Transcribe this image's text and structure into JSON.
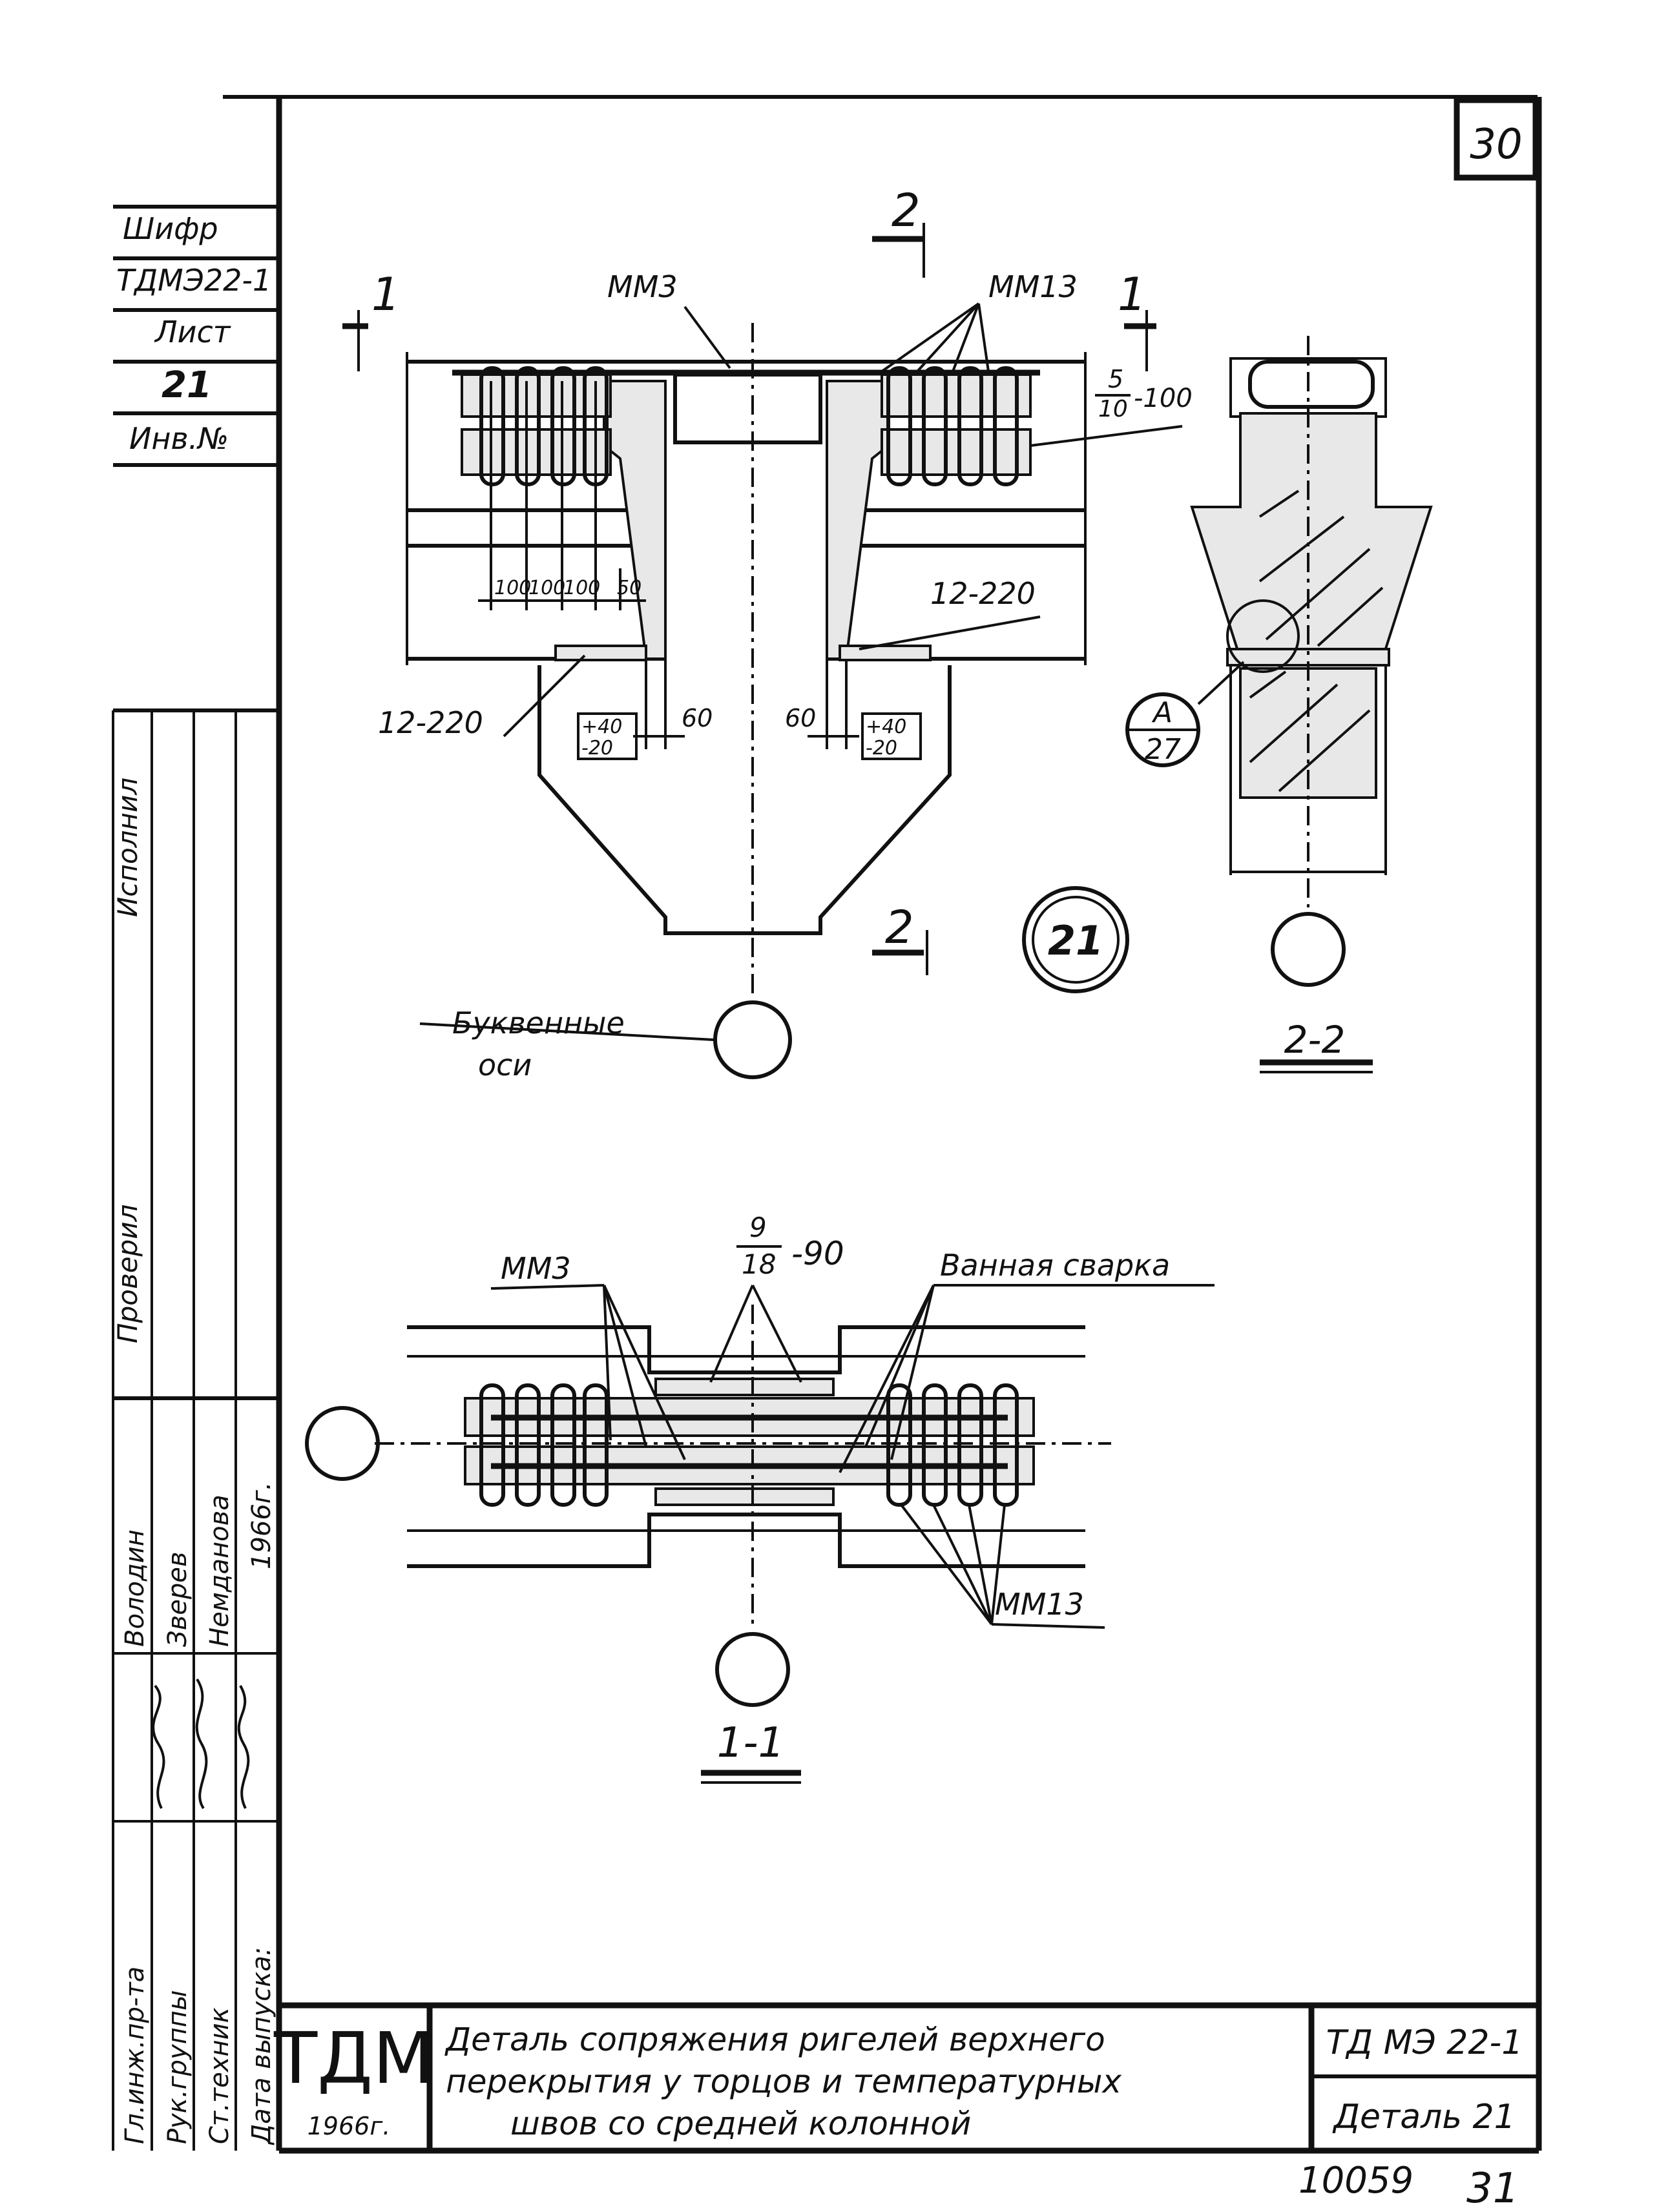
{
  "page_number": "30",
  "sheet_number_bottom": "31",
  "inventory_number": "10059",
  "side_stamp": {
    "code_label": "Шифр",
    "code_value": "ТДМЭ22-1",
    "sheet_label": "Лист",
    "sheet_value": "21",
    "inv_label": "Инв.№"
  },
  "approval_block": {
    "roles": [
      "Гл.инж.пр-та",
      "Рук.группы",
      "Ст.техник",
      "Дата выпуска:"
    ],
    "names": [
      "Володин",
      "Зверев",
      "Немданова"
    ],
    "year": "1966г.",
    "columns": [
      "Проверил",
      "Исполнил"
    ]
  },
  "title_block": {
    "logo": "ТДМ",
    "year": "1966г.",
    "title_lines": [
      "Деталь сопряжения ригелей верхнего",
      "перекрытия у торцов и температурных",
      "швов со средней колонной"
    ],
    "code": "ТД МЭ 22-1",
    "detail": "Деталь 21"
  },
  "plan_view": {
    "label_mm3": "ММ3",
    "label_mm13": "ММ13",
    "cut_1": "1",
    "cut_2": "2",
    "stirrups": "5/10 -100",
    "stirrups_num": "5",
    "stirrups_den": "10",
    "stirrups_tail": "-100",
    "spacing": [
      "100",
      "100",
      "100",
      "50"
    ],
    "plate_left": "12-220",
    "plate_right": "12-220",
    "gap_left": "60",
    "gap_right": "60",
    "tolerance": [
      "+40",
      "-20"
    ],
    "axis_note_1": "Буквенные",
    "axis_note_2": "оси",
    "detail_number": "21"
  },
  "section_2_2": {
    "callout_top": "А",
    "callout_bottom": "27",
    "label": "2-2"
  },
  "section_1_1": {
    "label_mm3": "ММ3",
    "label_weld": "Ванная сварка",
    "label_mm13": "ММ13",
    "stirrups_num": "9",
    "stirrups_den": "18",
    "stirrups_tail": "-90",
    "label": "1-1"
  }
}
